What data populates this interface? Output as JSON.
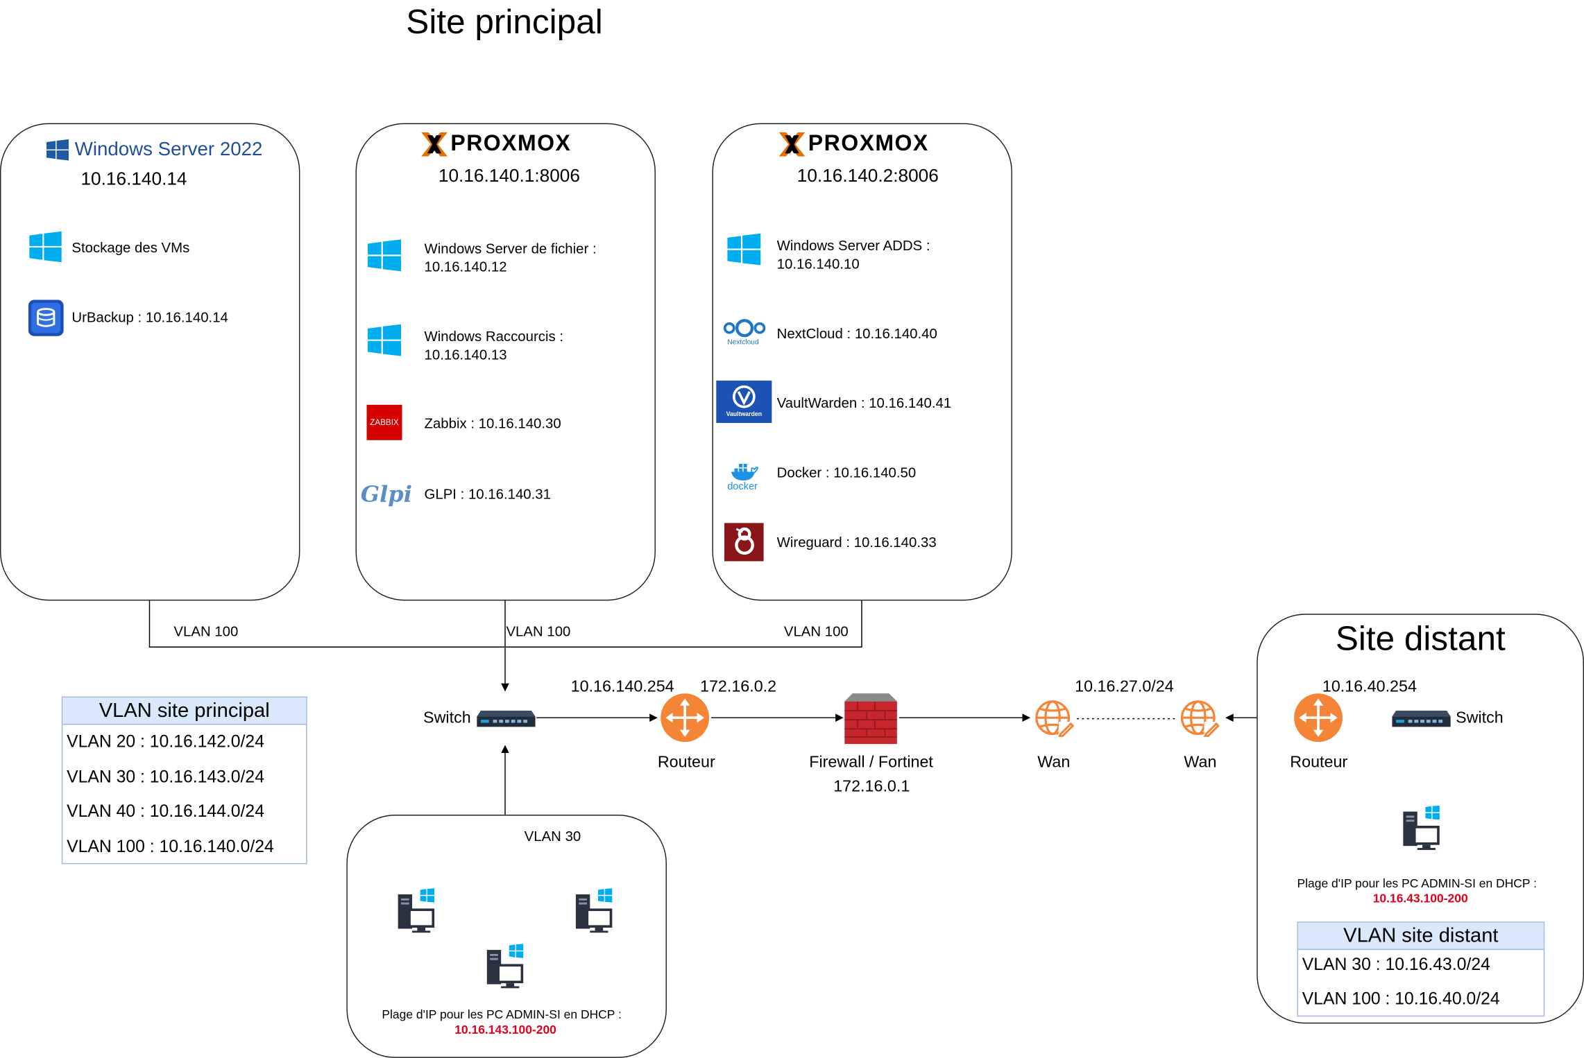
{
  "titles": {
    "main_site": "Site principal",
    "remote_site": "Site distant"
  },
  "servers": {
    "ws2022": {
      "logo_text": "Windows Server 2022",
      "ip": "10.16.140.14",
      "items": [
        {
          "icon": "windows-icon",
          "text": "Stockage des VMs"
        },
        {
          "icon": "urbackup-icon",
          "text": "UrBackup : 10.16.140.14"
        }
      ]
    },
    "proxmox1": {
      "logo_text": "PROXMOX",
      "ip": "10.16.140.1:8006",
      "items": [
        {
          "icon": "windows-icon",
          "line1": "Windows Server de fichier :",
          "line2": "10.16.140.12"
        },
        {
          "icon": "windows-icon",
          "line1": "Windows Raccourcis :",
          "line2": "10.16.140.13"
        },
        {
          "icon": "zabbix-icon",
          "line1": "Zabbix : 10.16.140.30",
          "logo": "ZABBIX"
        },
        {
          "icon": "glpi-icon",
          "line1": "GLPI : 10.16.140.31",
          "logo": "Glpi"
        }
      ]
    },
    "proxmox2": {
      "logo_text": "PROXMOX",
      "ip": "10.16.140.2:8006",
      "items": [
        {
          "icon": "windows-icon",
          "line1": "Windows Server ADDS :",
          "line2": "10.16.140.10"
        },
        {
          "icon": "nextcloud-icon",
          "line1": "NextCloud : 10.16.140.40",
          "logo": "Nextcloud"
        },
        {
          "icon": "vaultwarden-icon",
          "line1": "VaultWarden : 10.16.140.41",
          "logo": "Vaultwarden"
        },
        {
          "icon": "docker-icon",
          "line1": "Docker : 10.16.140.50",
          "logo": "docker"
        },
        {
          "icon": "wireguard-icon",
          "line1": "Wireguard : 10.16.140.33"
        }
      ]
    }
  },
  "links": {
    "vlan100_a": "VLAN 100",
    "vlan100_b": "VLAN 100",
    "vlan100_c": "VLAN 100",
    "vlan30": "VLAN 30"
  },
  "network": {
    "switch_main": "Switch",
    "router_main": "Routeur",
    "router_main_ip_in": "10.16.140.254",
    "router_main_ip_out": "172.16.0.2",
    "firewall": "Firewall / Fortinet",
    "firewall_ip": "172.16.0.1",
    "wan_left": "Wan",
    "wan_right": "Wan",
    "wan_subnet": "10.16.27.0/24",
    "router_remote": "Routeur",
    "router_remote_ip": "10.16.40.254",
    "switch_remote": "Switch"
  },
  "legend_main": {
    "title": "VLAN site principal",
    "rows": [
      "VLAN 20  : 10.16.142.0/24",
      "VLAN 30 : 10.16.143.0/24",
      "VLAN 40 : 10.16.144.0/24",
      "VLAN 100 : 10.16.140.0/24"
    ]
  },
  "legend_remote": {
    "title": "VLAN site distant",
    "rows": [
      "VLAN 30 : 10.16.43.0/24",
      "VLAN 100 : 10.16.40.0/24"
    ]
  },
  "dhcp_main": {
    "label": "Plage d'IP pour les PC ADMIN-SI en DHCP :",
    "range": "10.16.143.100-200"
  },
  "dhcp_remote": {
    "label": "Plage d'IP pour les PC ADMIN-SI en DHCP :",
    "range": "10.16.43.100-200"
  },
  "colors": {
    "router": "#f58536",
    "proxmox_orange": "#e57000",
    "windows_blue": "#00adef",
    "legend_header": "#dae8fc",
    "dhcp_range": "#e0001b"
  }
}
